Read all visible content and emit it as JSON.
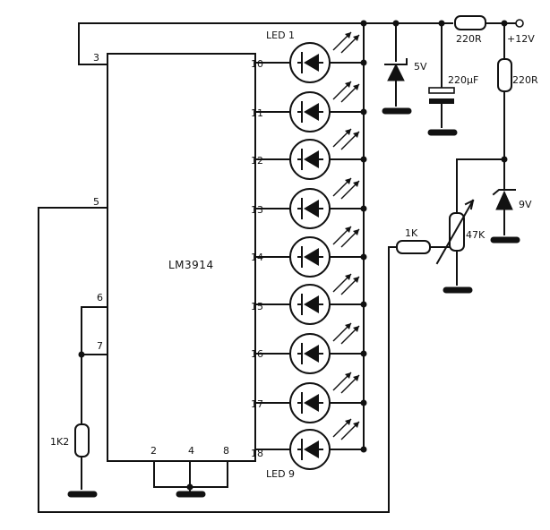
{
  "ic": {
    "name": "LM3914",
    "pins": {
      "p3": "3",
      "p5": "5",
      "p6": "6",
      "p7": "7",
      "p10": "10",
      "p11": "11",
      "p12": "12",
      "p13": "13",
      "p14": "14",
      "p15": "15",
      "p16": "16",
      "p17": "17",
      "p18": "18",
      "p2": "2",
      "p4": "4",
      "p8": "8"
    }
  },
  "leds": {
    "first": "LED 1",
    "last": "LED 9"
  },
  "components": {
    "zener_5v": "5V",
    "capacitor": "220µF",
    "resistor_series": "220R",
    "resistor_vertical": "220R",
    "supply": "+12V",
    "zener_9v": "9V",
    "pot": "47K",
    "resistor_1k": "1K",
    "resistor_1k2": "1K2"
  }
}
